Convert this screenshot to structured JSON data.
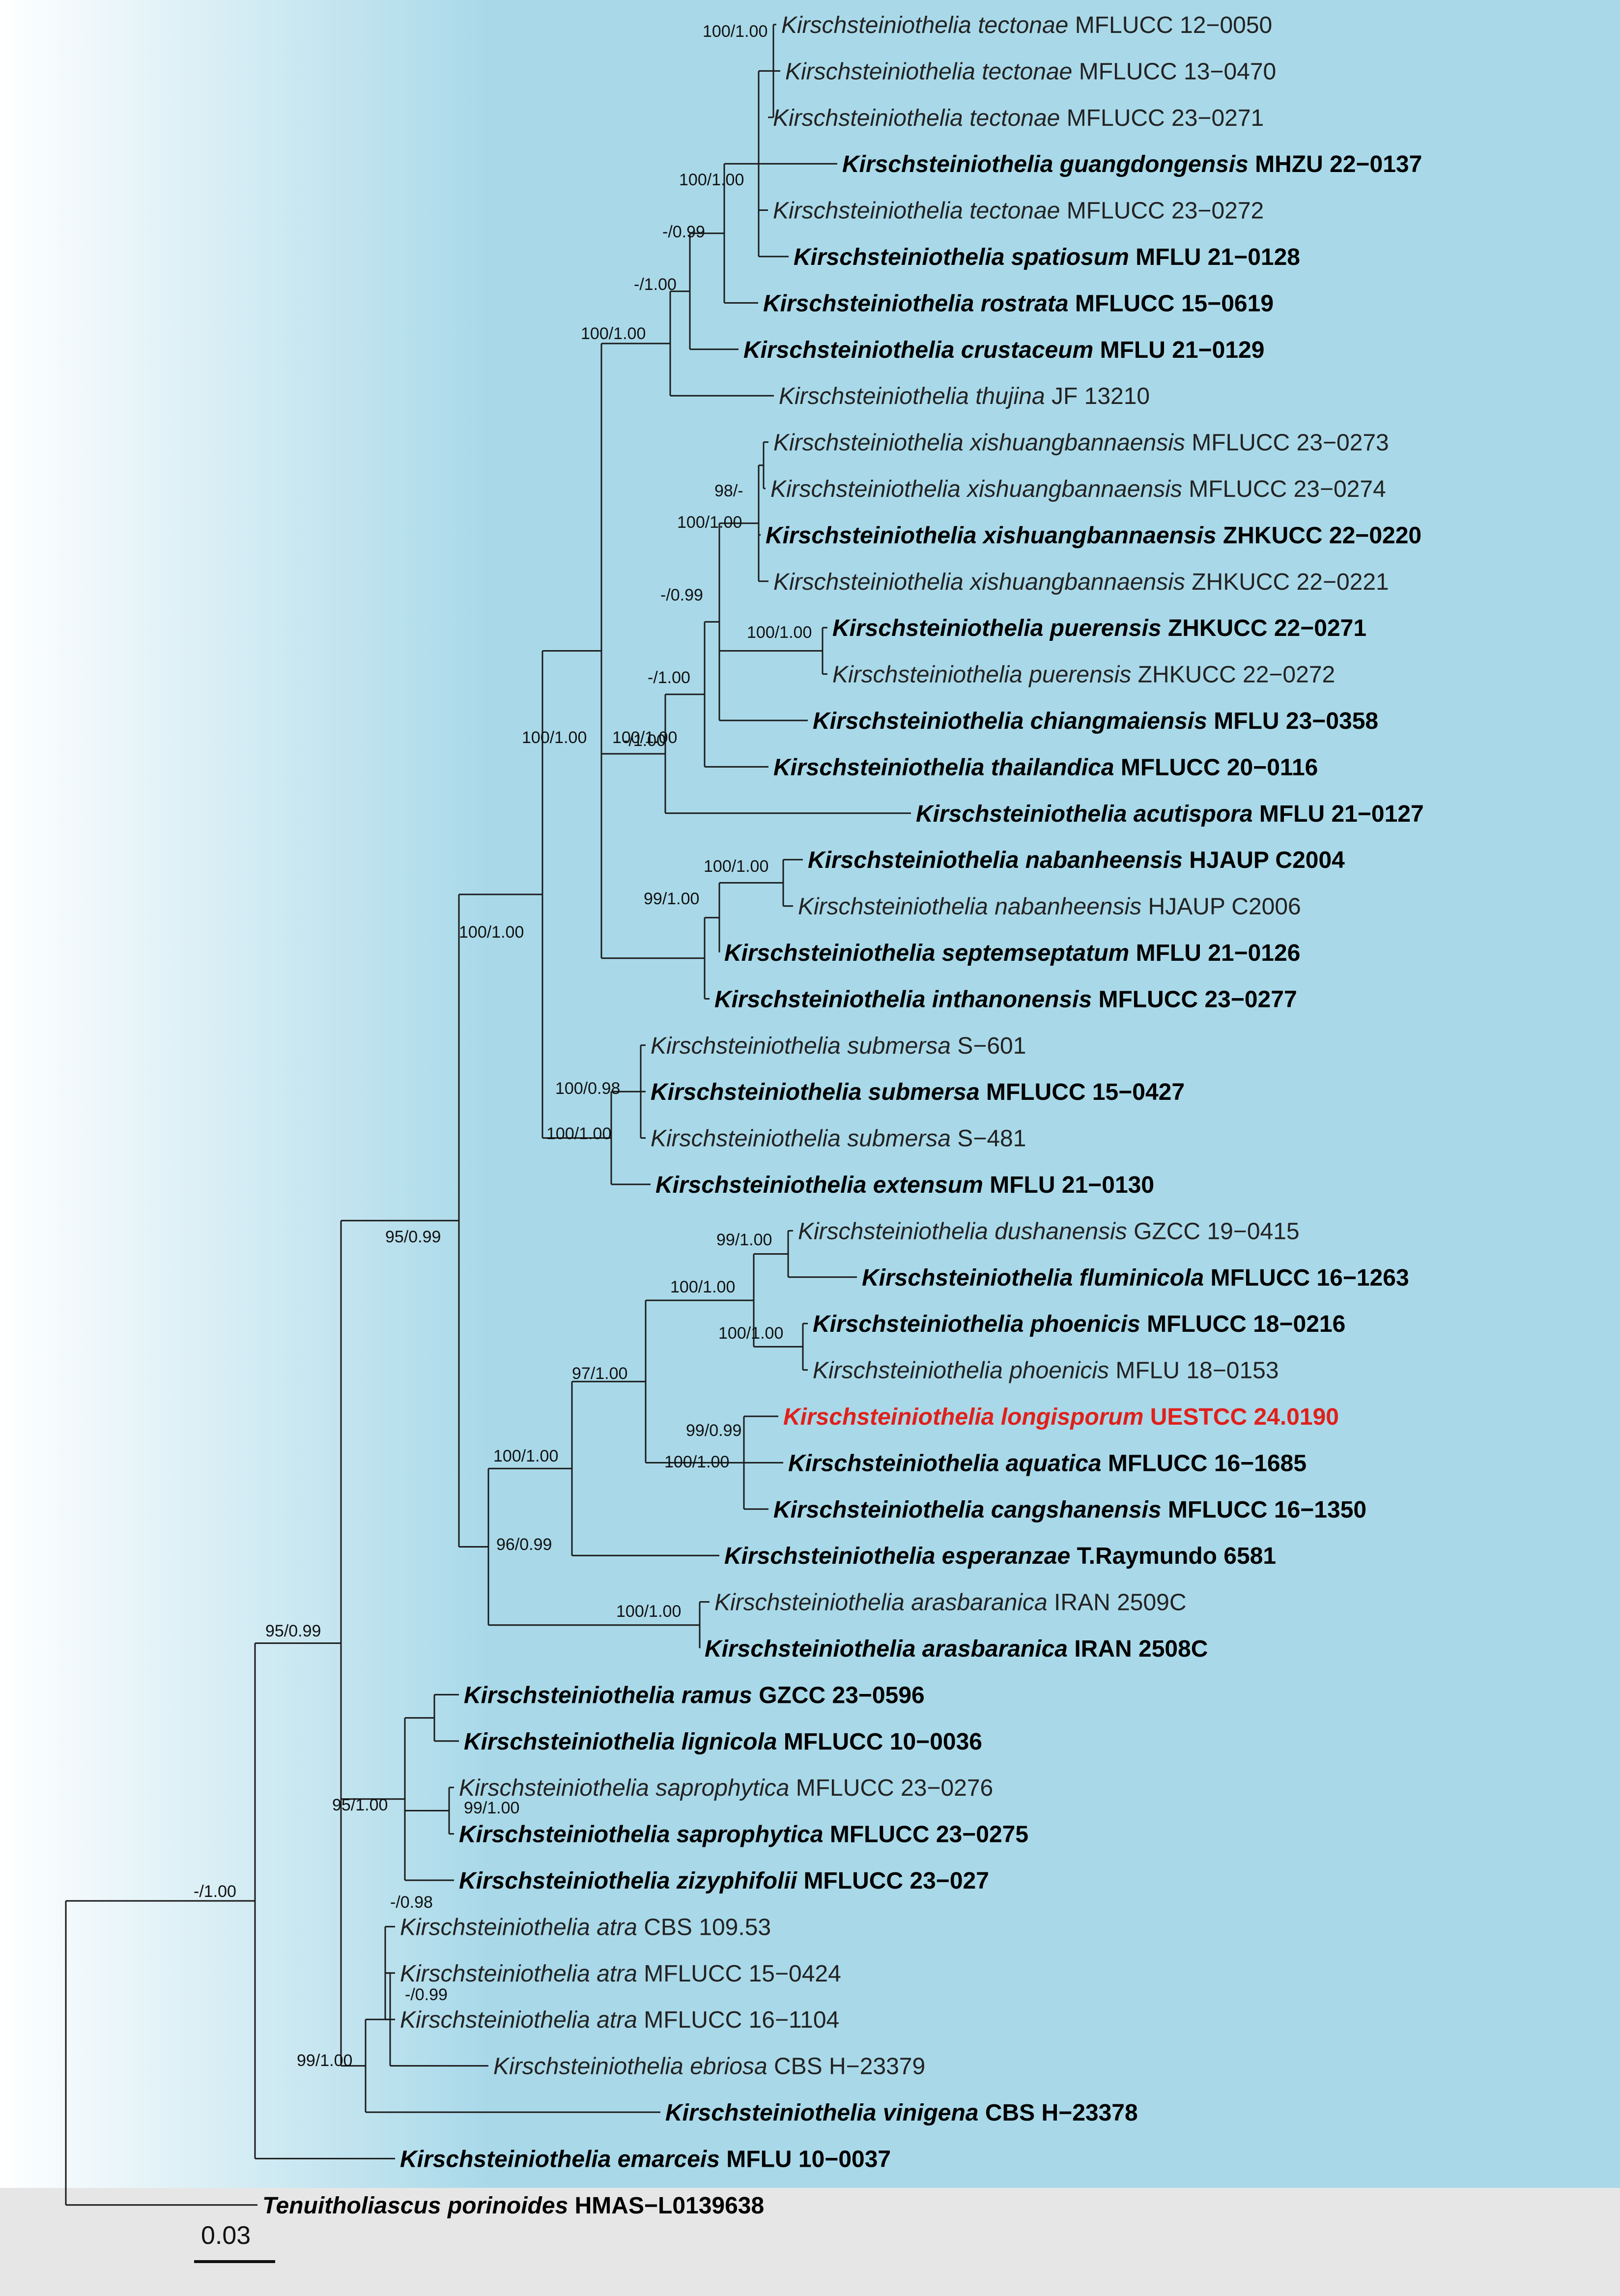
{
  "colors": {
    "ingroup_bg": "#a9d9e9",
    "outgroup_bg": "#e6e6e6",
    "branch": "#1a1a1a",
    "new_species": "#e0201b"
  },
  "scale_bar": {
    "label": "0.03",
    "length": 0.03
  },
  "tips": [
    {
      "id": "t1",
      "genus": "Kirschsteiniothelia",
      "epithet": "tectonae",
      "strain": "MFLUCC 12−0050",
      "style": "normal"
    },
    {
      "id": "t2",
      "genus": "Kirschsteiniothelia",
      "epithet": "tectonae",
      "strain": "MFLUCC 13−0470",
      "style": "normal"
    },
    {
      "id": "t3",
      "genus": "Kirschsteiniothelia",
      "epithet": "tectonae",
      "strain": "MFLUCC 23−0271",
      "style": "normal"
    },
    {
      "id": "t4",
      "genus": "Kirschsteiniothelia",
      "epithet": "guangdongensis",
      "strain": "MHZU 22−0137",
      "style": "type"
    },
    {
      "id": "t5",
      "genus": "Kirschsteiniothelia",
      "epithet": "tectonae",
      "strain": "MFLUCC 23−0272",
      "style": "normal"
    },
    {
      "id": "t6",
      "genus": "Kirschsteiniothelia",
      "epithet": "spatiosum",
      "strain": "MFLU 21−0128",
      "style": "type"
    },
    {
      "id": "t7",
      "genus": "Kirschsteiniothelia",
      "epithet": "rostrata",
      "strain": "MFLUCC 15−0619",
      "style": "type"
    },
    {
      "id": "t8",
      "genus": "Kirschsteiniothelia",
      "epithet": "crustaceum",
      "strain": "MFLU 21−0129",
      "style": "type"
    },
    {
      "id": "t9",
      "genus": "Kirschsteiniothelia",
      "epithet": "thujina",
      "strain": "JF 13210",
      "style": "normal"
    },
    {
      "id": "t10",
      "genus": "Kirschsteiniothelia",
      "epithet": "xishuangbannaensis",
      "strain": "MFLUCC 23−0273",
      "style": "normal"
    },
    {
      "id": "t11",
      "genus": "Kirschsteiniothelia",
      "epithet": "xishuangbannaensis",
      "strain": "MFLUCC 23−0274",
      "style": "normal"
    },
    {
      "id": "t12",
      "genus": "Kirschsteiniothelia",
      "epithet": "xishuangbannaensis",
      "strain": "ZHKUCC 22−0220",
      "style": "type"
    },
    {
      "id": "t13",
      "genus": "Kirschsteiniothelia",
      "epithet": "xishuangbannaensis",
      "strain": "ZHKUCC 22−0221",
      "style": "normal"
    },
    {
      "id": "t14",
      "genus": "Kirschsteiniothelia",
      "epithet": "puerensis",
      "strain": "ZHKUCC 22−0271",
      "style": "type"
    },
    {
      "id": "t15",
      "genus": "Kirschsteiniothelia",
      "epithet": "puerensis",
      "strain": "ZHKUCC 22−0272",
      "style": "normal"
    },
    {
      "id": "t16",
      "genus": "Kirschsteiniothelia",
      "epithet": "chiangmaiensis",
      "strain": "MFLU 23−0358",
      "style": "type"
    },
    {
      "id": "t17",
      "genus": "Kirschsteiniothelia",
      "epithet": "thailandica",
      "strain": "MFLUCC 20−0116",
      "style": "type"
    },
    {
      "id": "t18",
      "genus": "Kirschsteiniothelia",
      "epithet": "acutispora",
      "strain": "MFLU 21−0127",
      "style": "type"
    },
    {
      "id": "t19",
      "genus": "Kirschsteiniothelia",
      "epithet": "nabanheensis",
      "strain": "HJAUP C2004",
      "style": "type"
    },
    {
      "id": "t20",
      "genus": "Kirschsteiniothelia",
      "epithet": "nabanheensis",
      "strain": "HJAUP C2006",
      "style": "normal"
    },
    {
      "id": "t21",
      "genus": "Kirschsteiniothelia",
      "epithet": "septemseptatum",
      "strain": "MFLU 21−0126",
      "style": "type"
    },
    {
      "id": "t22",
      "genus": "Kirschsteiniothelia",
      "epithet": "inthanonensis",
      "strain": "MFLUCC 23−0277",
      "style": "type"
    },
    {
      "id": "t23",
      "genus": "Kirschsteiniothelia",
      "epithet": "submersa",
      "strain": " S−601",
      "style": "normal"
    },
    {
      "id": "t24",
      "genus": "Kirschsteiniothelia",
      "epithet": "submersa",
      "strain": "MFLUCC 15−0427",
      "style": "type"
    },
    {
      "id": "t25",
      "genus": "Kirschsteiniothelia",
      "epithet": "submersa",
      "strain": " S−481",
      "style": "normal"
    },
    {
      "id": "t26",
      "genus": "Kirschsteiniothelia",
      "epithet": "extensum",
      "strain": "MFLU 21−0130",
      "style": "type"
    },
    {
      "id": "t27",
      "genus": "Kirschsteiniothelia",
      "epithet": "dushanensis",
      "strain": "GZCC 19−0415",
      "style": "normal"
    },
    {
      "id": "t28",
      "genus": "Kirschsteiniothelia",
      "epithet": "fluminicola",
      "strain": "MFLUCC 16−1263",
      "style": "type"
    },
    {
      "id": "t29",
      "genus": "Kirschsteiniothelia",
      "epithet": "phoenicis",
      "strain": "MFLUCC 18−0216",
      "style": "type"
    },
    {
      "id": "t30",
      "genus": "Kirschsteiniothelia",
      "epithet": "phoenicis",
      "strain": "MFLU 18−0153",
      "style": "normal"
    },
    {
      "id": "t31",
      "genus": "Kirschsteiniothelia",
      "epithet": "longisporum",
      "strain": "UESTCC 24.0190",
      "style": "new"
    },
    {
      "id": "t32",
      "genus": "Kirschsteiniothelia",
      "epithet": "aquatica",
      "strain": "MFLUCC 16−1685",
      "style": "type"
    },
    {
      "id": "t33",
      "genus": "Kirschsteiniothelia",
      "epithet": "cangshanensis",
      "strain": "MFLUCC 16−1350",
      "style": "type"
    },
    {
      "id": "t34",
      "genus": "Kirschsteiniothelia",
      "epithet": "esperanzae",
      "strain": "T.Raymundo 6581",
      "style": "type"
    },
    {
      "id": "t35",
      "genus": "Kirschsteiniothelia",
      "epithet": "arasbaranica",
      "strain": "IRAN 2509C",
      "style": "normal"
    },
    {
      "id": "t36",
      "genus": "Kirschsteiniothelia",
      "epithet": "arasbaranica",
      "strain": "IRAN 2508C",
      "style": "type"
    },
    {
      "id": "t37",
      "genus": "Kirschsteiniothelia",
      "epithet": "ramus",
      "strain": "GZCC 23−0596",
      "style": "type"
    },
    {
      "id": "t38",
      "genus": "Kirschsteiniothelia",
      "epithet": "lignicola",
      "strain": "MFLUCC 10−0036",
      "style": "type"
    },
    {
      "id": "t39",
      "genus": "Kirschsteiniothelia",
      "epithet": "saprophytica",
      "strain": "MFLUCC 23−0276",
      "style": "normal"
    },
    {
      "id": "t40",
      "genus": "Kirschsteiniothelia",
      "epithet": "saprophytica",
      "strain": "MFLUCC 23−0275",
      "style": "type"
    },
    {
      "id": "t41",
      "genus": "Kirschsteiniothelia",
      "epithet": "zizyphifolii",
      "strain": "MFLUCC 23−027",
      "style": "type"
    },
    {
      "id": "t42",
      "genus": "Kirschsteiniothelia",
      "epithet": "atra",
      "strain": "CBS 109.53",
      "style": "normal"
    },
    {
      "id": "t43",
      "genus": "Kirschsteiniothelia",
      "epithet": "atra",
      "strain": "MFLUCC 15−0424",
      "style": "normal"
    },
    {
      "id": "t44",
      "genus": "Kirschsteiniothelia",
      "epithet": "atra",
      "strain": "MFLUCC 16−1104",
      "style": "normal"
    },
    {
      "id": "t45",
      "genus": "Kirschsteiniothelia",
      "epithet": "ebriosa",
      "strain": "CBS H−23379",
      "style": "normal"
    },
    {
      "id": "t46",
      "genus": "Kirschsteiniothelia",
      "epithet": "vinigena",
      "strain": "CBS H−23378",
      "style": "type"
    },
    {
      "id": "t47",
      "genus": "Kirschsteiniothelia",
      "epithet": "emarceis",
      "strain": "MFLU 10−0037",
      "style": "type"
    },
    {
      "id": "t48",
      "genus": "Tenuitholiascus",
      "epithet": "porinoides",
      "strain": " HMAS−L0139638",
      "style": "type"
    }
  ],
  "supports": [
    {
      "id": "n1",
      "label": "100/1.00"
    },
    {
      "id": "n2",
      "label": "100/1.00"
    },
    {
      "id": "n3",
      "label": "-/0.99"
    },
    {
      "id": "n4",
      "label": "-/1.00"
    },
    {
      "id": "n5",
      "label": "100/1.00"
    },
    {
      "id": "n6",
      "label": "98/-"
    },
    {
      "id": "n7",
      "label": "100/1.00"
    },
    {
      "id": "n8",
      "label": "-/0.99"
    },
    {
      "id": "n9",
      "label": "100/1.00"
    },
    {
      "id": "n10",
      "label": "-/1.00"
    },
    {
      "id": "n11",
      "label": "-/1.00"
    },
    {
      "id": "n12",
      "label": "100/1.00"
    },
    {
      "id": "n13",
      "label": "100/1.00"
    },
    {
      "id": "n14",
      "label": "100/1.00"
    },
    {
      "id": "n15",
      "label": "99/1.00"
    },
    {
      "id": "n16",
      "label": "100/1.00"
    },
    {
      "id": "n17",
      "label": "100/0.98"
    },
    {
      "id": "n18",
      "label": "100/1.00"
    },
    {
      "id": "n19",
      "label": "99/1.00"
    },
    {
      "id": "n20",
      "label": "100/1.00"
    },
    {
      "id": "n21",
      "label": "100/1.00"
    },
    {
      "id": "n22",
      "label": "99/0.99"
    },
    {
      "id": "n23",
      "label": "100/1.00"
    },
    {
      "id": "n24",
      "label": "97/1.00"
    },
    {
      "id": "n25",
      "label": "100/1.00"
    },
    {
      "id": "n26",
      "label": "96/0.99"
    },
    {
      "id": "n27",
      "label": "100/1.00"
    },
    {
      "id": "n28",
      "label": "95/0.99"
    },
    {
      "id": "n29",
      "label": "95/0.99"
    },
    {
      "id": "n30",
      "label": "99/1.00"
    },
    {
      "id": "n31",
      "label": "95/1.00"
    },
    {
      "id": "n32",
      "label": "-/0.98"
    },
    {
      "id": "n33",
      "label": "-/0.99"
    },
    {
      "id": "n34",
      "label": "99/1.00"
    },
    {
      "id": "n35",
      "label": "-/1.00"
    }
  ]
}
